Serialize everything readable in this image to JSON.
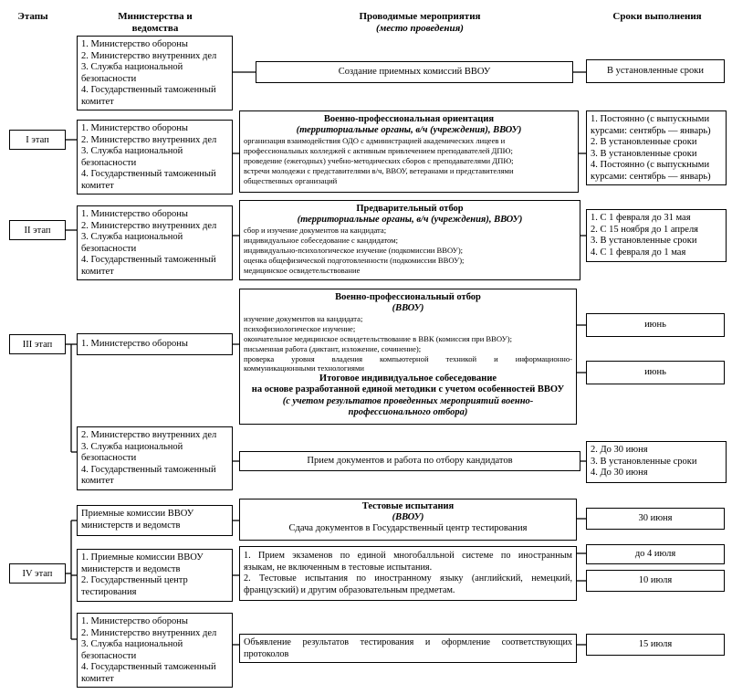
{
  "headers": {
    "stages": "Этапы",
    "ministries_line1": "Министерства и",
    "ministries_line2": "ведомства",
    "events": "Проводимые мероприятия",
    "events_place": "(место проведения)",
    "deadlines": "Сроки выполнения"
  },
  "stages": {
    "s1": "I этап",
    "s2": "II этап",
    "s3": "III этап",
    "s4": "IV этап"
  },
  "ministries": {
    "list4": [
      "1. Министерство обороны",
      "2. Министерство внутренних дел",
      "3. Служба национальной",
      "безопасности",
      "4. Государственный таможенный",
      "комитет"
    ],
    "mo": "1. Министерство обороны",
    "list3": [
      "2. Министерство внутренних дел",
      "3. Служба национальной",
      "безопасности",
      "4. Государственный таможенный",
      "комитет"
    ],
    "commissions": [
      "Приемные комиссии ВВОУ",
      "министерств и ведомств"
    ],
    "commissions_center": [
      "1. Приемные комиссии ВВОУ",
      "министерств и ведомств",
      "2. Государственный центр",
      "тестирования"
    ]
  },
  "events": {
    "commissions_creation": "Создание приемных комиссий ВВОУ",
    "orientation": {
      "title": "Военно-профессиональная ориентация",
      "place": "(территориальные органы, в/ч (учреждения), ВВОУ)",
      "lines": [
        "организация взаимодействия ОДО с администрацией академических лицеев и",
        "профессиональных колледжей с активным привлечением преподавателей ДПЮ;",
        "проведение (ежегодных) учебно-методических сборов с преподавателями ДПЮ;",
        "встречи молодежи с представителями в/ч, ВВОУ, ветеранами и представителями",
        "общественных организаций"
      ]
    },
    "preselection": {
      "title": "Предварительный отбор",
      "place": "(территориальные органы, в/ч (учреждения), ВВОУ)",
      "lines": [
        "сбор и изучение документов на кандидата;",
        "индивидуальное собеседование с кандидатом;",
        "индивидуально-психологическое изучение (подкомиссии ВВОУ);",
        "оценка общефизической подготовленности (подкомиссии ВВОУ);",
        "медицинское освидетельствование"
      ]
    },
    "selection": {
      "title": "Военно-профессиональный отбор",
      "place": "(ВВОУ)",
      "lines": [
        "изучение документов на кандидата;",
        "психофизиологическое изучение;",
        "окончательное медицинское освидетельствование в ВВК (комиссия при ВВОУ);",
        "письменная работа (диктант, изложение, сочинение);"
      ],
      "line_just": "проверка уровня владения компьютерной техникой и информационно-",
      "line_last": "коммуникационными технологиями",
      "final_title1": "Итоговое индивидуальное собеседование",
      "final_title2": "на основе разработанной единой методики с учетом особенностей ВВОУ",
      "final_sub1": "(с учетом результатов проведенных мероприятий военно-",
      "final_sub2": "профессионального отбора)"
    },
    "documents": "Прием документов и работа по отбору кандидатов",
    "tests": {
      "title": "Тестовые испытания",
      "place": "(ВВОУ)",
      "line": "Сдача документов в Государственный центр тестирования"
    },
    "exams": {
      "item1a": "1. Прием экзаменов по единой многобалльной системе по иностранным",
      "item1b": "языкам, не включенным в тестовые испытания.",
      "item2a": "2. Тестовые испытания по иностранному языку (английский, немецкий,",
      "item2b": "французский) и другим образовательным предметам."
    },
    "results_a": "Объявление результатов тестирования и оформление соответствующих",
    "results_b": "протоколов"
  },
  "deadlines": {
    "established": "В установленные сроки",
    "s1": [
      "1. Постоянно (с выпускными",
      "курсами: сентябрь — январь)",
      "2. В установленные сроки",
      "3. В установленные сроки",
      "4. Постоянно (с выпускными",
      "курсами: сентябрь — январь)"
    ],
    "s2": [
      "1. С 1 февраля до 31 мая",
      "2. С 15 ноября до 1 апреля",
      "3. В установленные сроки",
      "4. С 1 февраля до 1 мая"
    ],
    "june": "июнь",
    "s3b": [
      "2. До 30 июня",
      "3. В установленные сроки",
      "4. До 30 июня"
    ],
    "june30": "30 июня",
    "july4": "до 4 июля",
    "july10": "10 июля",
    "july15": "15 июля"
  }
}
